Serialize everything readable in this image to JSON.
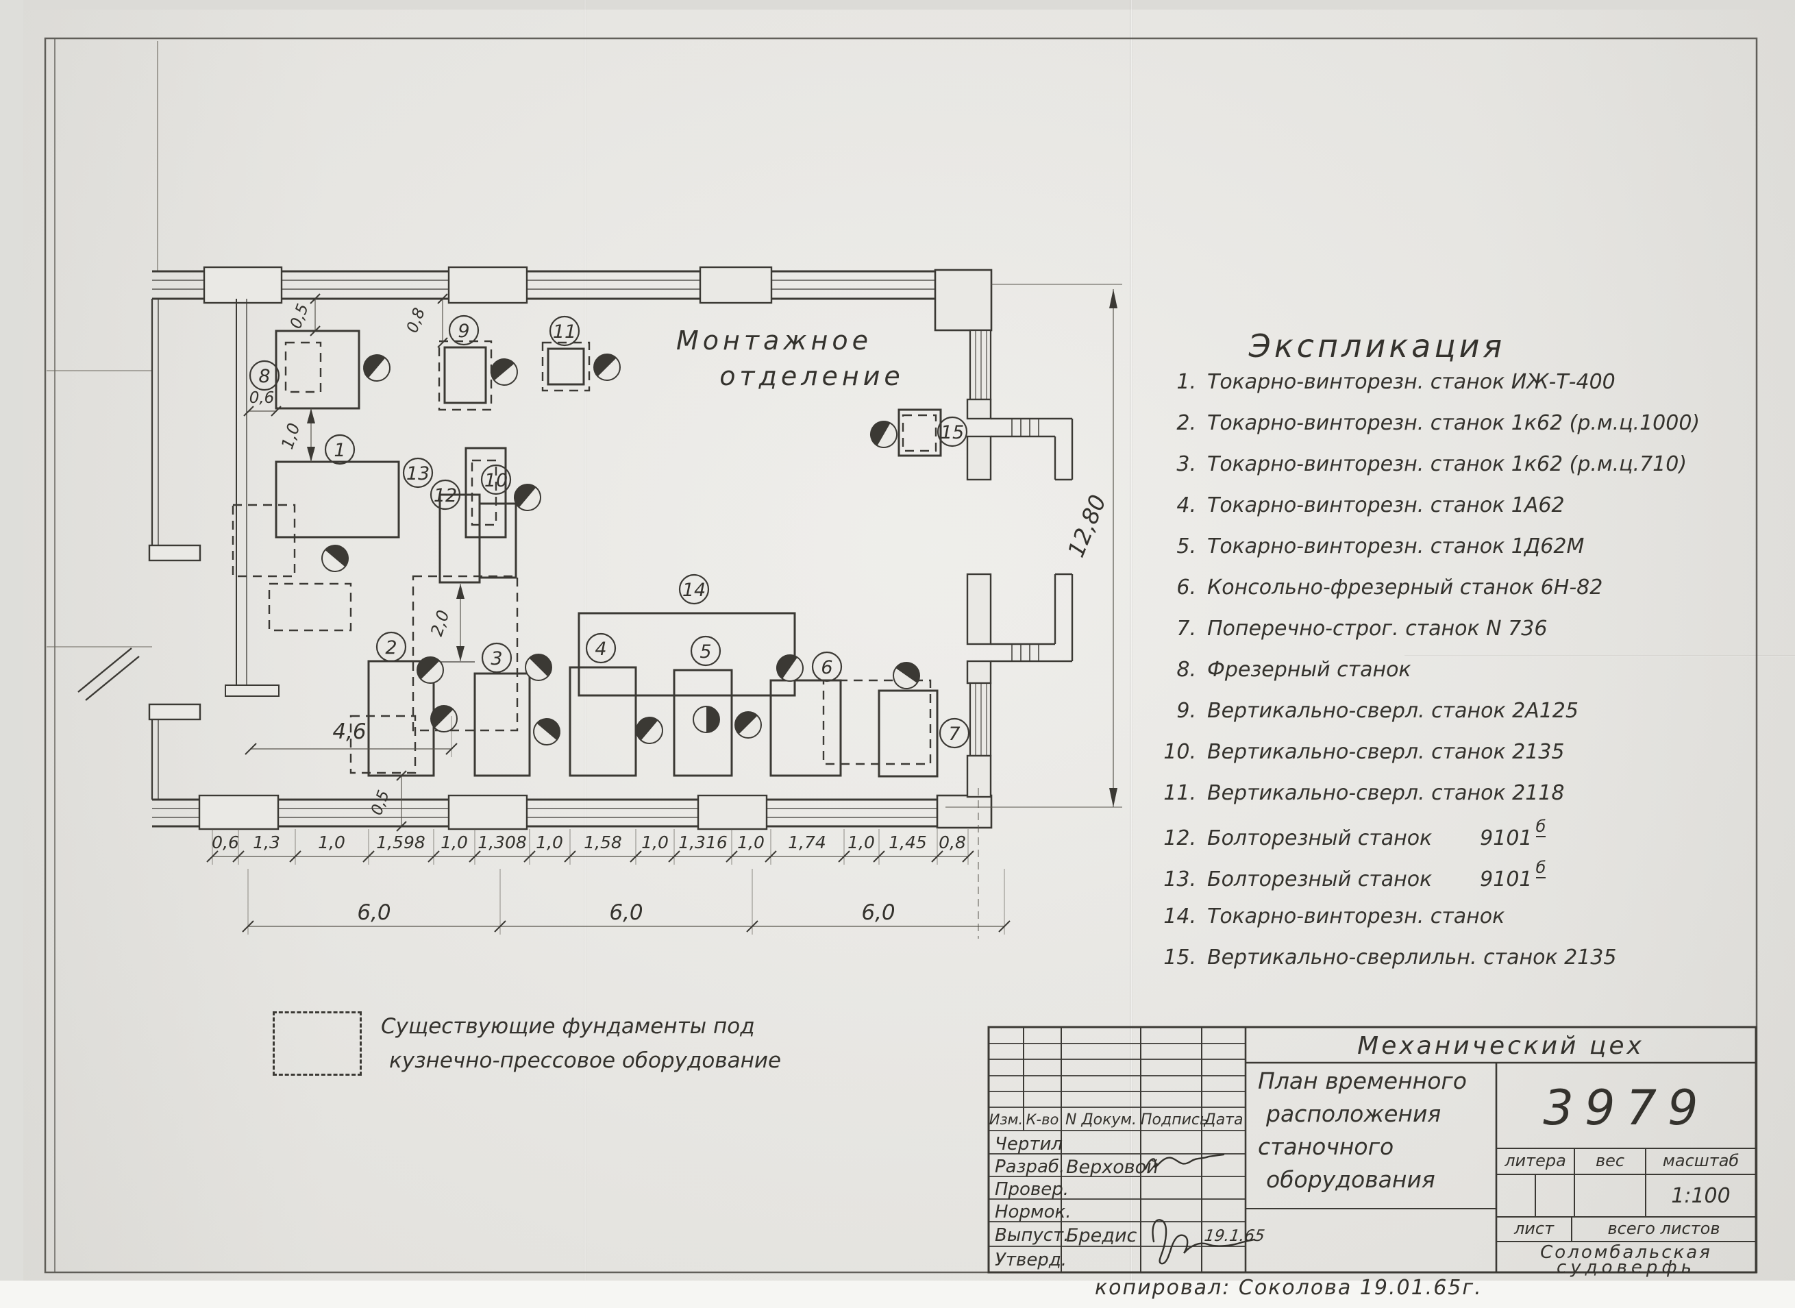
{
  "plan": {
    "room_line1": "Монтажное",
    "room_line2": "отделение",
    "markers": [
      "1",
      "2",
      "3",
      "4",
      "5",
      "6",
      "7",
      "8",
      "9",
      "10",
      "11",
      "12",
      "13",
      "14",
      "15"
    ],
    "chain1": [
      "0,6",
      "1,3",
      "1,0",
      "1,598",
      "1,0",
      "1,308",
      "1,0",
      "1,58",
      "1,0",
      "1,316",
      "1,0",
      "1,74",
      "1,0",
      "1,45",
      "0,8"
    ],
    "chain2": [
      "6,0",
      "6,0",
      "6,0"
    ],
    "dim_height": "12,80",
    "dim_46": "4,6",
    "dim_06": "0,6",
    "dim_05a": "0,5",
    "dim_08": "0,8",
    "dim_10": "1,0",
    "dim_20": "2,0",
    "dim_05b": "0,5"
  },
  "explication": {
    "title": "Экспликация",
    "items": [
      {
        "num": "1.",
        "text": "Токарно-винторезн. станок  ИЖ-Т-400"
      },
      {
        "num": "2.",
        "text": "Токарно-винторезн. станок  1к62 (р.м.ц.1000)"
      },
      {
        "num": "3.",
        "text": "Токарно-винторезн. станок  1к62 (р.м.ц.710)"
      },
      {
        "num": "4.",
        "text": "Токарно-винторезн. станок  1А62"
      },
      {
        "num": "5.",
        "text": "Токарно-винторезн. станок  1Д62М"
      },
      {
        "num": "6.",
        "text": "Консольно-фрезерный станок  6Н-82"
      },
      {
        "num": "7.",
        "text": "Поперечно-строг. станок  N 736"
      },
      {
        "num": "8.",
        "text": "Фрезерный станок"
      },
      {
        "num": "9.",
        "text": "Вертикально-сверл. станок  2А125"
      },
      {
        "num": "10.",
        "text": "Вертикально-сверл. станок  2135"
      },
      {
        "num": "11.",
        "text": "Вертикально-сверл. станок  2118"
      },
      {
        "num": "12.",
        "text": "Болторезный станок",
        "model": "9101",
        "model_sup": "б"
      },
      {
        "num": "13.",
        "text": "Болторезный станок",
        "model": "9101",
        "model_sup": "б"
      },
      {
        "num": "14.",
        "text": "Токарно-винторезн. станок"
      },
      {
        "num": "15.",
        "text": "Вертикально-сверлильн. станок 2135"
      }
    ]
  },
  "legend": {
    "line1": "Существующие фундаменты под",
    "line2": "кузнечно-прессовое оборудование"
  },
  "title_block": {
    "col_izm": "Изм.",
    "col_kvo": "К-во",
    "col_doc": "N Докум.",
    "col_sign": "Подпись",
    "col_date": "Дата",
    "rows": [
      {
        "label": "Чертил",
        "name": "",
        "date": ""
      },
      {
        "label": "Разраб.",
        "name": "Верховой",
        "date": ""
      },
      {
        "label": "Провер.",
        "name": "",
        "date": ""
      },
      {
        "label": "Нормок.",
        "name": "",
        "date": ""
      },
      {
        "label": "Выпуст.",
        "name": "Бредис",
        "date": "19.1.65"
      },
      {
        "label": "Утверд.",
        "name": "",
        "date": ""
      }
    ],
    "department": "Механический цех",
    "doc_title_lines": [
      "План временного",
      "расположения",
      "станочного",
      "оборудования"
    ],
    "drawing_number": "3979",
    "litera": "литера",
    "ves": "вес",
    "masshtab": "масштаб",
    "scale_value": "1:100",
    "list": "лист",
    "vsego": "всего листов",
    "org_line1": "Соломбальская",
    "org_line2": "судоверфь"
  },
  "footer": {
    "copied": "копировал: Соколова  19.01.65г."
  }
}
